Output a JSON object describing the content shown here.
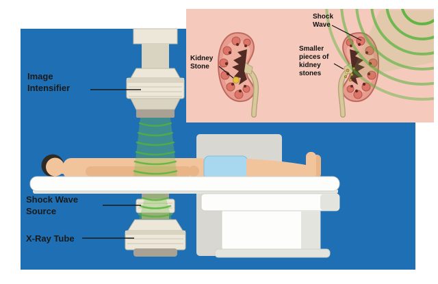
{
  "main_diagram": {
    "labels": {
      "image_intensifier": "Image Intensifier",
      "shock_wave_source": "Shock Wave Source",
      "xray_tube": "X-Ray Tube"
    }
  },
  "inset_diagram": {
    "labels": {
      "kidney_stone": "Kidney Stone",
      "shock_wave": "Shock Wave",
      "smaller_pieces": "Smaller pieces of kidney stones"
    }
  },
  "colors": {
    "panel_blue": "#1e6fb4",
    "inset_pink": "#f5cabc",
    "wave_green": "#52b33a",
    "wave_green_fill": "#7cc44e",
    "machine_cream": "#ece7d9",
    "metal_gray": "#a9a294",
    "skin": "#f2c49c",
    "shorts_blue": "#a8d8ef",
    "kidney_outer": "#e89c90",
    "kidney_dark": "#4a241f",
    "ureter_beige": "#d9c89c",
    "stone_yellow": "#e6c23c",
    "label_dark": "#1a1a1a",
    "canvas_bg": "#ffffff"
  }
}
